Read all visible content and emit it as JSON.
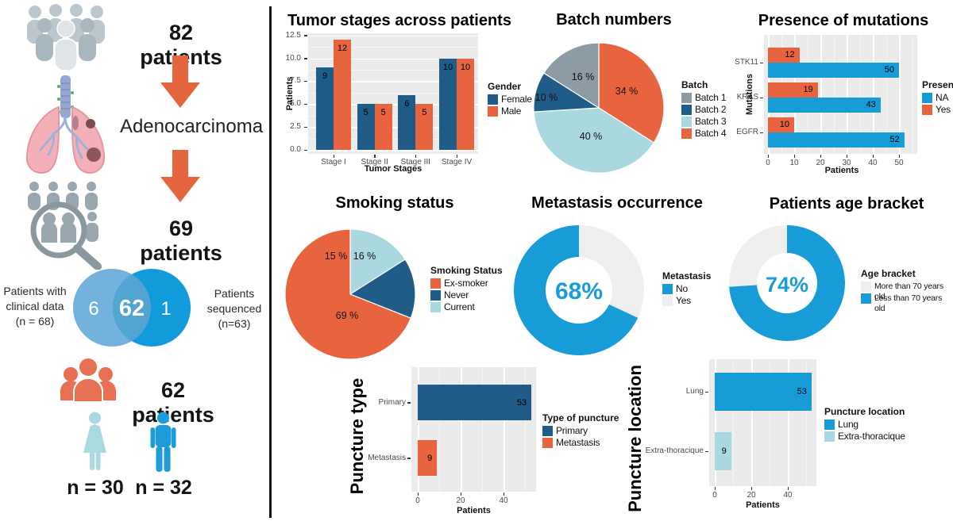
{
  "palette": {
    "navy": "#1F5C87",
    "orange": "#E8643F",
    "blue": "#189CD8",
    "light_cyan": "#A9D8E0",
    "gray": "#8C9BA4",
    "light_gray": "#EFEFEF",
    "panel_gray": "#EBEBEB",
    "accent_text_blue": "#1A9CD9"
  },
  "left_panel": {
    "patients_82": "82 patients",
    "adenocarcinoma": "Adenocarcinoma",
    "patients_69": "69 patients",
    "venn": {
      "left_label": "Patients with\nclinical data\n(n = 68)",
      "right_label": "Patients\nsequenced\n(n=63)",
      "left_only": "6",
      "intersection": "62",
      "right_only": "1"
    },
    "patients_62": "62 patients",
    "female_count": "n = 30",
    "male_count": "n = 32"
  },
  "chart_data": [
    {
      "id": "tumor_stages",
      "type": "bar",
      "title": "Tumor stages across patients",
      "categories": [
        "Stage I",
        "Stage II",
        "Stage III",
        "Stage IV"
      ],
      "series": [
        {
          "name": "Female",
          "color": "#1F5C87",
          "values": [
            9,
            5,
            6,
            10
          ]
        },
        {
          "name": "Male",
          "color": "#E8643F",
          "values": [
            12,
            5,
            5,
            10
          ]
        }
      ],
      "xlabel": "Tumor Stages",
      "ylabel": "Patients",
      "yticks": [
        "0.0",
        "2.5",
        "5.0",
        "7.5",
        "10.0",
        "12.5"
      ],
      "ylim": [
        0,
        12.5
      ],
      "legend_title": "Gender",
      "legend_position": "right",
      "grid": true
    },
    {
      "id": "batch_numbers",
      "type": "pie",
      "title": "Batch numbers",
      "legend_title": "Batch",
      "slices": [
        {
          "label": "Batch 4",
          "value": 34,
          "text": "34 %",
          "color": "#E8643F"
        },
        {
          "label": "Batch 3",
          "value": 40,
          "text": "40 %",
          "color": "#A9D8E0"
        },
        {
          "label": "Batch 2",
          "value": 10,
          "text": "10 %",
          "color": "#1F5C87"
        },
        {
          "label": "Batch 1",
          "value": 16,
          "text": "16 %",
          "color": "#8C9BA4"
        }
      ],
      "legend": [
        {
          "label": "Batch 1",
          "color": "#8C9BA4"
        },
        {
          "label": "Batch 2",
          "color": "#1F5C87"
        },
        {
          "label": "Batch 3",
          "color": "#A9D8E0"
        },
        {
          "label": "Batch 4",
          "color": "#E8643F"
        }
      ]
    },
    {
      "id": "mutations",
      "type": "hbar_grouped",
      "title": "Presence of mutations",
      "categories": [
        "STK11",
        "KRAS",
        "EGFR"
      ],
      "series": [
        {
          "name": "Yes",
          "color": "#E8643F",
          "values": [
            12,
            19,
            10
          ]
        },
        {
          "name": "NA",
          "color": "#189CD8",
          "values": [
            50,
            43,
            52
          ]
        }
      ],
      "xlabel": "Patients",
      "ylabel": "Mutations",
      "xticks": [
        0,
        10,
        20,
        30,
        40,
        50
      ],
      "xlim": [
        0,
        55
      ],
      "legend_title": "Presence",
      "legend": [
        {
          "label": "NA",
          "color": "#189CD8"
        },
        {
          "label": "Yes",
          "color": "#E8643F"
        }
      ]
    },
    {
      "id": "smoking",
      "type": "pie",
      "title": "Smoking status",
      "legend_title": "Smoking Status",
      "slices": [
        {
          "label": "Current",
          "value": 16,
          "text": "16 %",
          "color": "#A9D8E0"
        },
        {
          "label": "Never",
          "value": 15,
          "text": "15 %",
          "color": "#1F5C87"
        },
        {
          "label": "Ex-smoker",
          "value": 69,
          "text": "69 %",
          "color": "#E8643F"
        }
      ],
      "legend": [
        {
          "label": "Ex-smoker",
          "color": "#E8643F"
        },
        {
          "label": "Never",
          "color": "#1F5C87"
        },
        {
          "label": "Current",
          "color": "#A9D8E0"
        }
      ]
    },
    {
      "id": "metastasis",
      "type": "donut",
      "title": "Metastasis occurrence",
      "center_text": "68%",
      "slices": [
        {
          "label": "Yes",
          "value": 32,
          "color": "#EFEFEF"
        },
        {
          "label": "No",
          "value": 68,
          "color": "#189CD8"
        }
      ],
      "legend_title": "Metastasis",
      "legend": [
        {
          "label": "No",
          "color": "#189CD8"
        },
        {
          "label": "Yes",
          "color": "#EFEFEF"
        }
      ]
    },
    {
      "id": "age_bracket",
      "type": "donut",
      "title": "Patients age bracket",
      "center_text": "74%",
      "slices": [
        {
          "label": "Less than 70 years old",
          "value": 74,
          "color": "#189CD8"
        },
        {
          "label": "More than 70 years old",
          "value": 26,
          "color": "#EFEFEF"
        }
      ],
      "legend_title": "Age bracket",
      "legend": [
        {
          "label": "More than 70 years old",
          "color": "#EFEFEF"
        },
        {
          "label": "Less than 70 years old",
          "color": "#189CD8"
        }
      ]
    },
    {
      "id": "puncture_type",
      "type": "hbar",
      "title": "Puncture type",
      "categories": [
        "Primary",
        "Metastasis"
      ],
      "values": [
        53,
        9
      ],
      "colors": [
        "#1F5C87",
        "#E8643F"
      ],
      "xlabel": "Patients",
      "xticks": [
        0,
        20,
        40
      ],
      "xlim": [
        0,
        55
      ],
      "legend_title": "Type of puncture",
      "legend": [
        {
          "label": "Primary",
          "color": "#1F5C87"
        },
        {
          "label": "Metastasis",
          "color": "#E8643F"
        }
      ]
    },
    {
      "id": "puncture_location",
      "type": "hbar",
      "title": "Puncture location",
      "categories": [
        "Lung",
        "Extra-thoracique"
      ],
      "values": [
        53,
        9
      ],
      "colors": [
        "#189CD8",
        "#A9D8E0"
      ],
      "xlabel": "Patients",
      "xticks": [
        0,
        20,
        40
      ],
      "xlim": [
        0,
        55
      ],
      "legend_title": "Puncture location",
      "legend": [
        {
          "label": "Lung",
          "color": "#189CD8"
        },
        {
          "label": "Extra-thoracique",
          "color": "#A9D8E0"
        }
      ]
    }
  ]
}
